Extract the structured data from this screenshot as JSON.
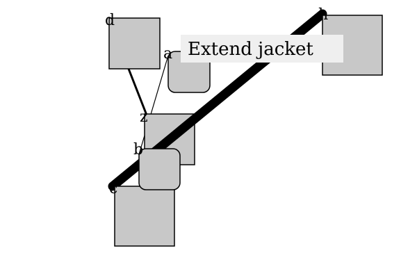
{
  "diagram": {
    "colors": {
      "node_fill": "#c8c8c8",
      "stroke": "#000000",
      "tooltip_bg": "#efefef",
      "background": "#ffffff"
    },
    "nodes": {
      "d": {
        "label": "d",
        "shape": "square"
      },
      "a": {
        "label": "a",
        "shape": "rounded-square"
      },
      "h": {
        "label": "h",
        "shape": "square"
      },
      "z": {
        "label": "z",
        "shape": "square"
      },
      "b": {
        "label": "b",
        "shape": "rounded-square"
      },
      "c": {
        "label": "c",
        "shape": "square"
      }
    },
    "edges": [
      {
        "from": "d",
        "to": "z",
        "weight": "medium"
      },
      {
        "from": "a",
        "to": "b",
        "weight": "thin"
      },
      {
        "from": "c",
        "to": "h",
        "weight": "thick"
      }
    ],
    "tooltip": {
      "text": "Extend jacket"
    }
  }
}
